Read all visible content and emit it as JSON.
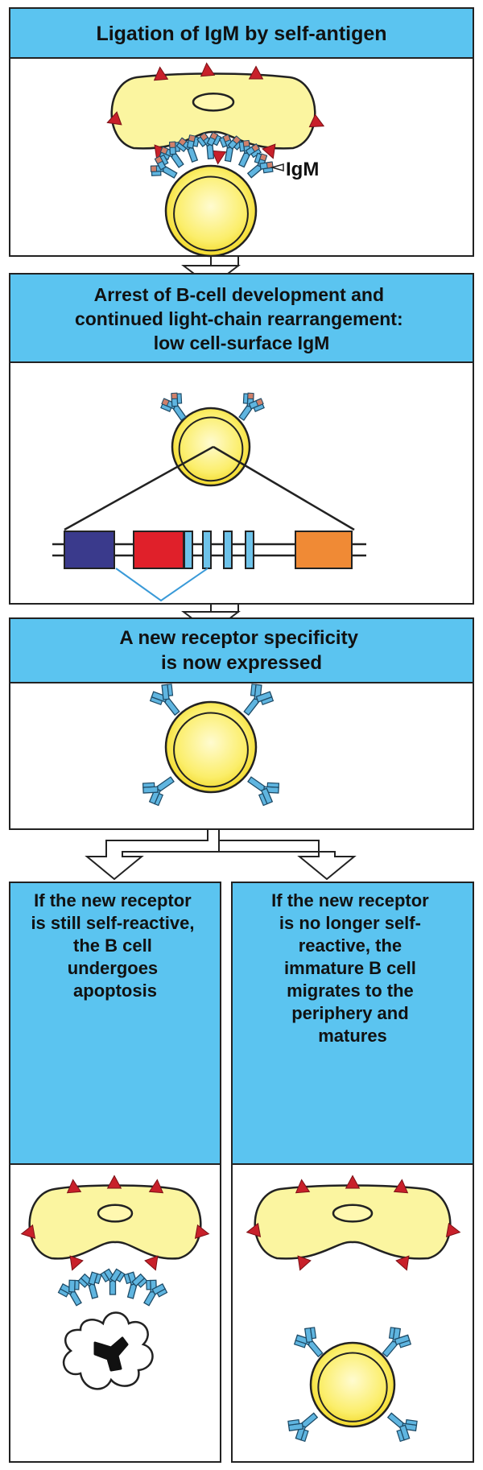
{
  "panels": {
    "p1": {
      "lines": [
        "Ligation of IgM by self-antigen"
      ]
    },
    "p2": {
      "lines": [
        "Arrest of B-cell development and",
        "continued light-chain rearrangement:",
        "low cell-surface IgM"
      ]
    },
    "p3": {
      "lines": [
        "A new receptor specificity",
        "is now expressed"
      ]
    },
    "p4": {
      "lines": [
        "If the new receptor",
        "is still self-reactive,",
        "the B cell",
        "undergoes",
        "apoptosis"
      ]
    },
    "p5": {
      "lines": [
        "If the new receptor",
        "is no longer self-",
        "reactive, the",
        "immature B cell",
        "migrates to the",
        "periphery and",
        "matures"
      ]
    }
  },
  "labels": {
    "igm": "IgM"
  },
  "colors": {
    "header_bg": "#5bc4f0",
    "cell_fill": "#fbf5a0",
    "cell_center": "#fff8b0",
    "cell_outer": "#f5e23a",
    "cell_outline": "#222222",
    "antigen": "#c8202a",
    "antibody": "#5fb5e0",
    "antibody_tip": "#d0806a",
    "segment_v": "#3a3a8c",
    "segment_red": "#e0202a",
    "segment_j": "#6ec3ea",
    "segment_c": "#f08a35",
    "splice": "#3a9ad8"
  }
}
